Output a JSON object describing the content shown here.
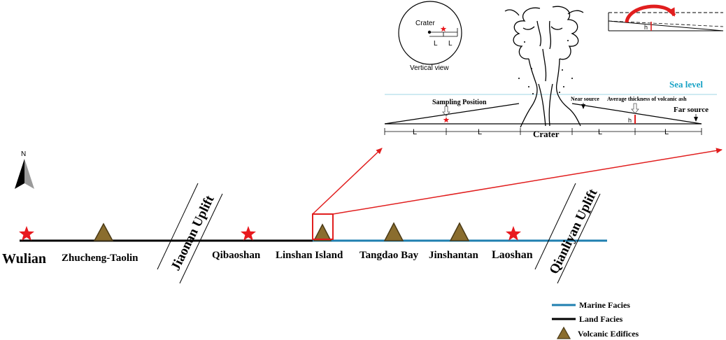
{
  "colors": {
    "land": "#000000",
    "marine": "#1f7fb0",
    "star": "#e8191e",
    "edifice_fill": "#8a6d2e",
    "highlight": "#e11e1e",
    "sea_label": "#1aa3c6",
    "sea_line": "#9fd6e6"
  },
  "icons": {
    "north_arrow": "north-arrow-icon",
    "star": "star-icon",
    "edifice": "triangle-icon",
    "rotate_arrow": "curved-arrow-icon"
  },
  "north_label": "N",
  "profile": {
    "locations": [
      {
        "label": "Wulian",
        "marker": "star"
      },
      {
        "label": "Zhucheng-Taolin",
        "marker": "edifice"
      },
      {
        "label": "Qibaoshan",
        "marker": "star"
      },
      {
        "label": "Linshan Island",
        "marker": "edifice",
        "highlighted": true
      },
      {
        "label": "Tangdao Bay",
        "marker": "edifice"
      },
      {
        "label": "Jinshantan",
        "marker": "edifice"
      },
      {
        "label": "Laoshan",
        "marker": "star"
      }
    ],
    "uplifts": [
      "Jiaonan Uplift",
      "Qianliyan Uplift"
    ]
  },
  "legend": {
    "items": [
      {
        "label": "Marine Facies",
        "symbol": "marine-line"
      },
      {
        "label": "Land Facies",
        "symbol": "land-line"
      },
      {
        "label": "Volcanic Edifices",
        "symbol": "triangle"
      }
    ]
  },
  "inset": {
    "vertical_view": {
      "caption": "Vertical view",
      "crater_label": "Crater",
      "dist_labels": [
        "L",
        "L"
      ]
    },
    "sea_level_label": "Sea level",
    "crater_label": "Crater",
    "sampling_position_label": "Sampling Position",
    "near_source_label": "Near source",
    "avg_thickness_label": "Average thickness of volcanic ash",
    "far_source_label": "Far source",
    "h_label": "h",
    "dist_labels": [
      "L",
      "L",
      "L",
      "L"
    ],
    "wedge_h_label": "h"
  }
}
